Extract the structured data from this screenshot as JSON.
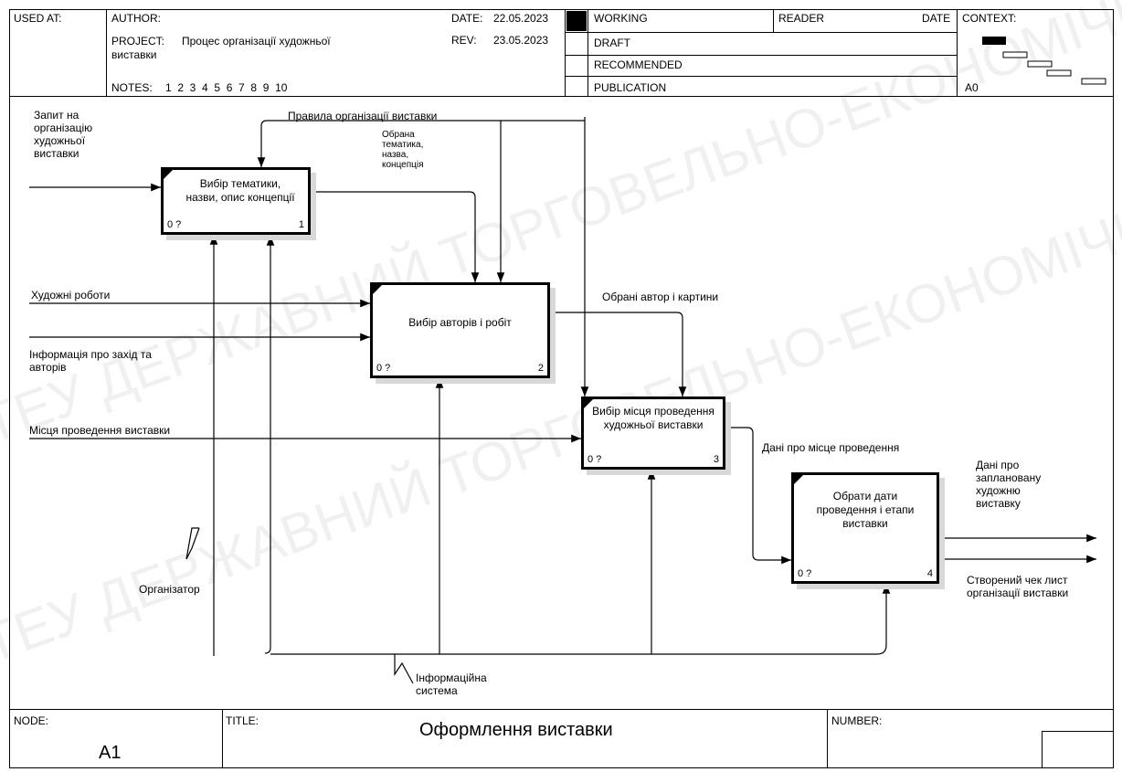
{
  "header": {
    "used_at": "USED AT:",
    "author": "AUTHOR:",
    "project_label": "PROJECT:",
    "project_line1": "Процес організації художньої",
    "project_line2": "виставки",
    "notes_label": "NOTES:",
    "notes_values": "1  2  3  4  5  6  7  8  9  10",
    "date_label": "DATE:",
    "date_value": "22.05.2023",
    "rev_label": "REV:",
    "rev_value": "23.05.2023",
    "statuses": [
      "WORKING",
      "DRAFT",
      "RECOMMENDED",
      "PUBLICATION"
    ],
    "reader": "READER",
    "date2": "DATE",
    "context": "CONTEXT:",
    "context_node": "A0"
  },
  "activities": [
    {
      "title": "Вибір тематики, назви, опис концепції",
      "cost": "0 ?",
      "number": "1"
    },
    {
      "title": "Вибір авторів і робіт",
      "cost": "0 ?",
      "number": "2"
    },
    {
      "title": "Вибір місця проведення художньої виставки",
      "cost": "0 ?",
      "number": "3"
    },
    {
      "title": "Обрати дати проведення і етапи виставки",
      "cost": "0 ?",
      "number": "4"
    }
  ],
  "arrows": {
    "input_request": "Запит на організацію художньої виставки",
    "control_rules": "Правила організації виставки",
    "chosen_theme": "Обрана тематика, назва, концепція",
    "input_artworks": "Художні роботи",
    "input_info": "Інформація про захід та авторів",
    "chosen_authors": "Обрані автор і картини",
    "input_venues": "Місця проведення виставки",
    "venue_data": "Дані про місце проведення",
    "output_planned": "Дані про заплановану художню виставку",
    "output_checklist": "Створений чек лист організації виставки",
    "mech_organizer": "Організатор",
    "mech_infosystem": "Інформаційна система"
  },
  "footer": {
    "node_label": "NODE:",
    "node_value": "A1",
    "title_label": "TITLE:",
    "title_value": "Оформлення виставки",
    "number_label": "NUMBER:"
  },
  "watermark": {
    "lines": [
      "ДТЕУ ДЕРЖАВНИЙ ТОРГОВЕЛЬНО-ЕКОНОМІЧНИЙ УНІВЕРСИТЕТ",
      "ДТЕУ ДЕРЖАВНИЙ ТОРГОВЕЛЬНО-ЕКОНОМІЧНИЙ УНІВЕРСИТЕТ"
    ]
  }
}
